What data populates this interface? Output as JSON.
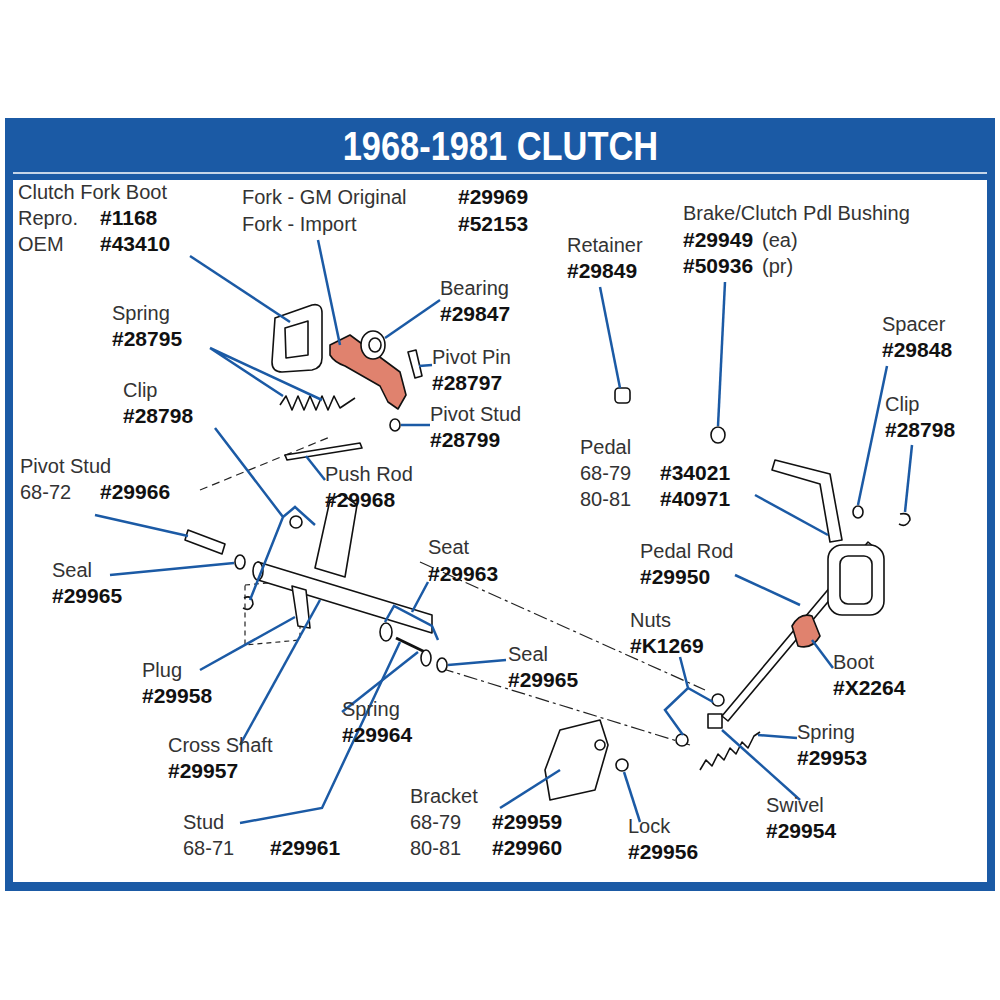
{
  "diagram": {
    "title": "1968-1981 CLUTCH",
    "labels": [
      "Clutch Fork Boot",
      "Repro.",
      "#1168",
      "OEM",
      "#43410",
      "Fork - GM Original",
      "#29969",
      "Fork - Import",
      "#52153",
      "Brake/Clutch Pdl Bushing",
      "#29949",
      "(ea)",
      "#50936",
      "(pr)",
      "Retainer",
      "#29849",
      "Bearing",
      "#29847",
      "Spring",
      "#28795",
      "Pivot Pin",
      "#28797",
      "Spacer",
      "#29848",
      "Clip",
      "#28798",
      "Pivot Stud",
      "#28799",
      "Clip",
      "#28798",
      "Pedal",
      "68-79",
      "#34021",
      "80-81",
      "#40971",
      "Pivot Stud",
      "68-72",
      "#29966",
      "Push Rod",
      "#29968",
      "Seat",
      "#29963",
      "Pedal Rod",
      "#29950",
      "Seal",
      "#29965",
      "Nuts",
      "#K1269",
      "Seal",
      "#29965",
      "Boot",
      "#X2264",
      "Plug",
      "#29958",
      "Spring",
      "#29964",
      "Spring",
      "#29953",
      "Cross Shaft",
      "#29957",
      "Bracket",
      "68-79",
      "#29959",
      "80-81",
      "#29960",
      "Swivel",
      "#29954",
      "Lock",
      "#29956",
      "Stud",
      "68-71",
      "#29961"
    ]
  }
}
